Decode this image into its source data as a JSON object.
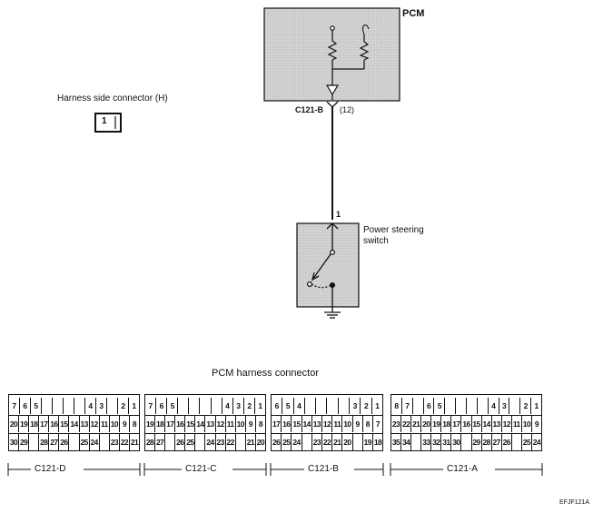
{
  "pcm": {
    "label": "PCM"
  },
  "harness_side": {
    "label": "Harness side connector (H)",
    "pin": "1"
  },
  "pcm_pin": {
    "connector": "C121-B",
    "pin": "(12)"
  },
  "switch": {
    "pin": "1",
    "label_line1": "Power steering",
    "label_line2": "switch"
  },
  "pcm_harness_title": "PCM harness connector",
  "figure_code": "EFJF121A",
  "connectors": [
    {
      "name": "C121-D",
      "rows": [
        [
          "7",
          "6",
          "5",
          "",
          "",
          "",
          "",
          "4",
          "3",
          "",
          "2",
          "1"
        ],
        [
          "20",
          "19",
          "18",
          "17",
          "16",
          "15",
          "14",
          "13",
          "12",
          "11",
          "10",
          "9",
          "8"
        ],
        [
          "30",
          "29",
          "",
          "28",
          "27",
          "26",
          "",
          "25",
          "24",
          "",
          "23",
          "22",
          "21"
        ]
      ]
    },
    {
      "name": "C121-C",
      "rows": [
        [
          "7",
          "6",
          "5",
          "",
          "",
          "",
          "",
          "4",
          "3",
          "2",
          "1"
        ],
        [
          "19",
          "18",
          "17",
          "16",
          "15",
          "14",
          "13",
          "12",
          "11",
          "10",
          "9",
          "8"
        ],
        [
          "28",
          "27",
          "",
          "26",
          "25",
          "",
          "24",
          "23",
          "22",
          "",
          "21",
          "20"
        ]
      ]
    },
    {
      "name": "C121-B",
      "rows": [
        [
          "6",
          "5",
          "4",
          "",
          "",
          "",
          "",
          "3",
          "2",
          "1"
        ],
        [
          "17",
          "16",
          "15",
          "14",
          "13",
          "12",
          "11",
          "10",
          "9",
          "8",
          "7"
        ],
        [
          "26",
          "25",
          "24",
          "",
          "23",
          "22",
          "21",
          "20",
          "",
          "19",
          "18"
        ]
      ]
    },
    {
      "name": "C121-A",
      "rows": [
        [
          "8",
          "7",
          "",
          "6",
          "5",
          "",
          "",
          "",
          "",
          "4",
          "3",
          "",
          "2",
          "1"
        ],
        [
          "23",
          "22",
          "21",
          "20",
          "19",
          "18",
          "17",
          "16",
          "15",
          "14",
          "13",
          "12",
          "11",
          "10",
          "9"
        ],
        [
          "35",
          "34",
          "",
          "33",
          "32",
          "31",
          "30",
          "",
          "29",
          "28",
          "27",
          "26",
          "",
          "25",
          "24"
        ]
      ]
    }
  ]
}
